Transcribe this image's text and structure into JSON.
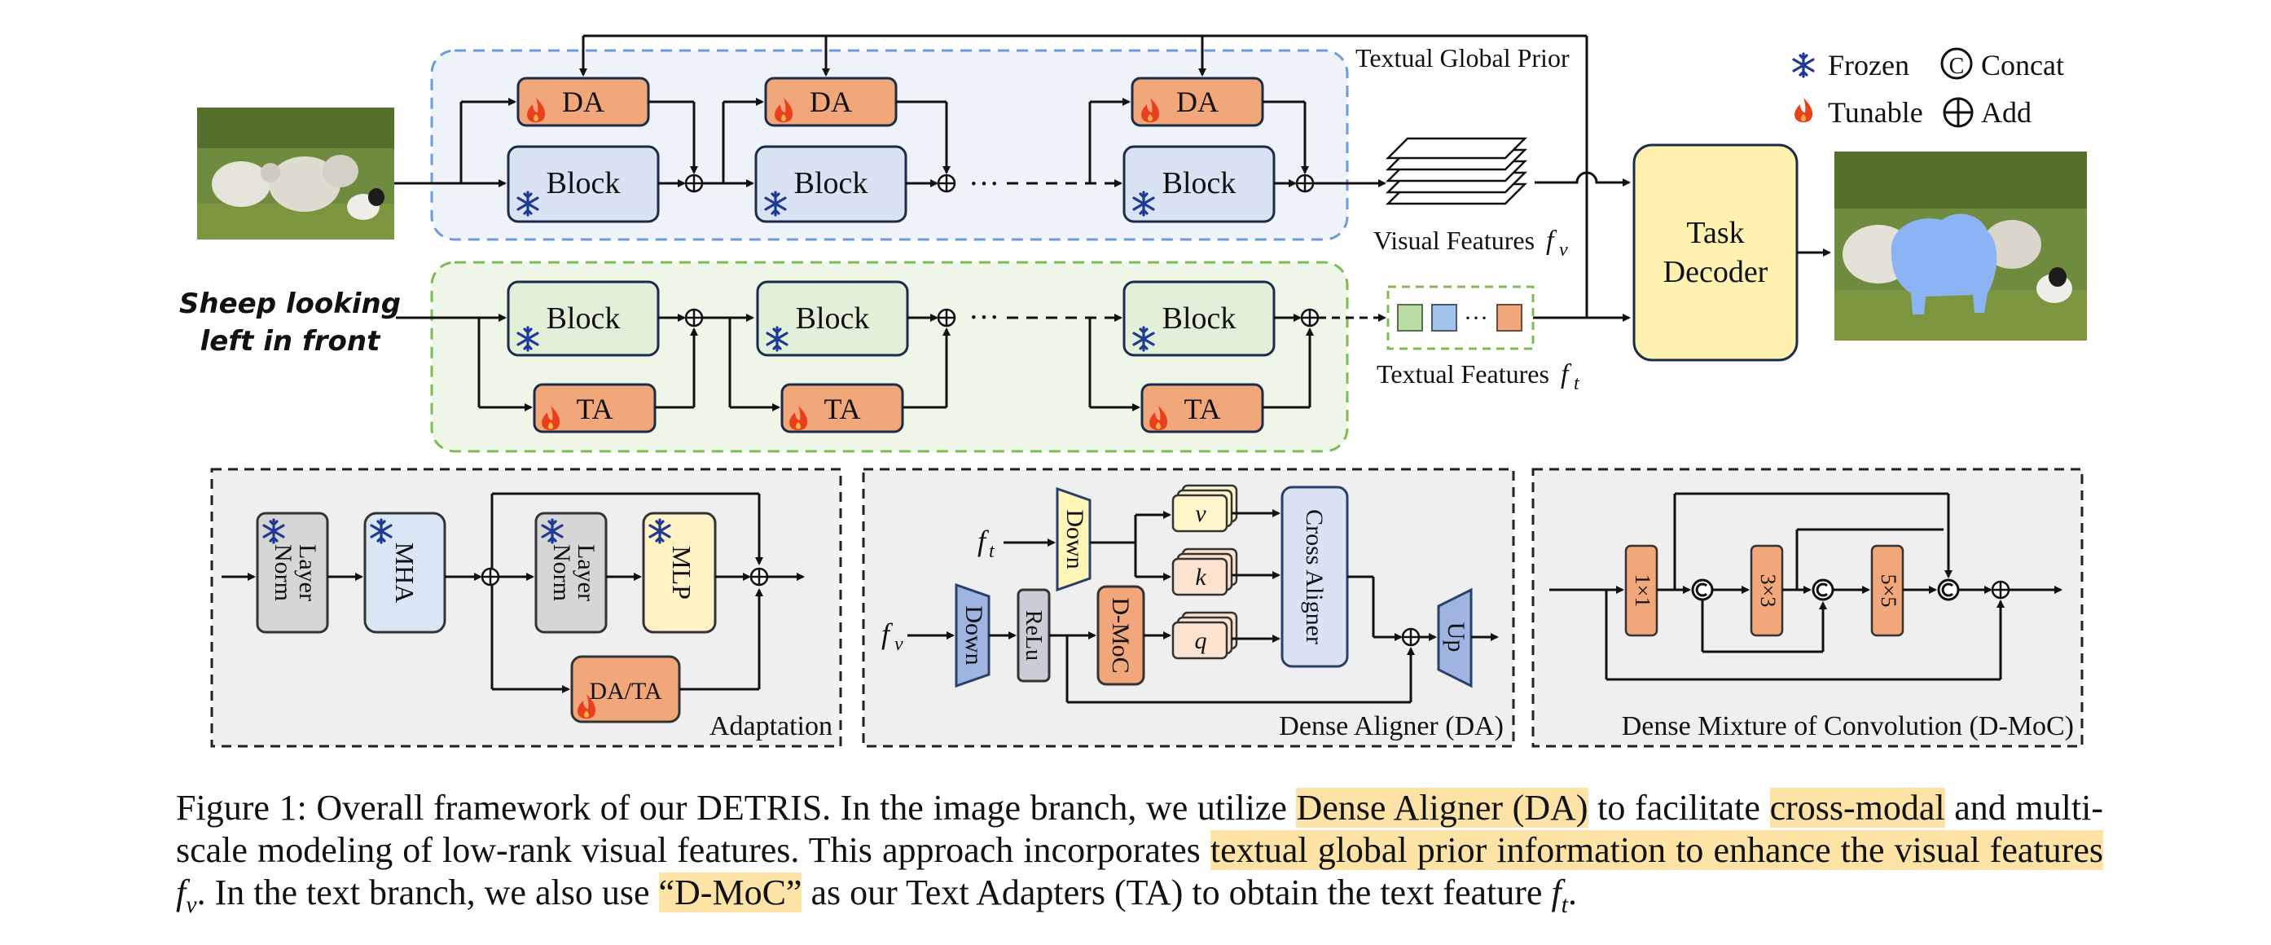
{
  "legend": {
    "frozen": "Frozen",
    "concat": "Concat",
    "tunable": "Tunable",
    "add": "Add",
    "concat_symbol": "C"
  },
  "image_branch": {
    "adapter": "DA",
    "block": "Block",
    "dots": "···",
    "prior_label": "Textual Global Prior",
    "visual_features_label": "Visual Features",
    "visual_features_symbol": "f",
    "visual_features_sub": "v"
  },
  "text_branch": {
    "query_line1": "Sheep looking",
    "query_line2": "left in front",
    "adapter": "TA",
    "block": "Block",
    "dots": "···",
    "textual_features_label": "Textual Features",
    "textual_features_symbol": "f",
    "textual_features_sub": "t",
    "token_dots": "···"
  },
  "decoder": {
    "line1": "Task",
    "line2": "Decoder"
  },
  "adaptation": {
    "title": "Adaptation",
    "layernorm1_line1": "Layer",
    "layernorm1_line2": "Norm",
    "mha": "MHA",
    "layernorm2_line1": "Layer",
    "layernorm2_line2": "Norm",
    "mlp": "MLP",
    "adapter": "DA/TA"
  },
  "dense_aligner": {
    "title": "Dense Aligner (DA)",
    "ft_symbol": "f",
    "ft_sub": "t",
    "fv_symbol": "f",
    "fv_sub": "v",
    "down_top": "Down",
    "down_left": "Down",
    "relu": "ReLu",
    "dmoc": "D-MoC",
    "v": "v",
    "k": "k",
    "q": "q",
    "cross_aligner": "Cross Aligner",
    "up": "Up"
  },
  "dmoc": {
    "title": "Dense Mixture of Convolution (D-MoC)",
    "conv1": "1×1",
    "conv3": "3×3",
    "conv5": "5×5"
  },
  "caption": {
    "p1": "Figure 1: Overall framework of our DETRIS. In the image branch, we utilize ",
    "h1": "Dense Aligner (DA)",
    "p2": " to facilitate ",
    "h2": "cross-modal",
    "p3": " and multi-scale modeling of low-rank visual features. This approach incorporates ",
    "h3": "textual global prior information to enhance the visual features",
    "p4a": " ",
    "fv_symbol": "f",
    "fv_sub": "v",
    "p4b": ". In the text branch, we also use ",
    "h4": "“D-MoC”",
    "p5": " as our Text Adapters (TA) to obtain the text feature ",
    "ft_symbol": "f",
    "ft_sub": "t",
    "p6": "."
  },
  "colors": {
    "adapter_orange": "#f2a77a",
    "block_blue": "#dae3f3",
    "block_green": "#e2f0d9",
    "decoder_yellow": "#fff2b0",
    "frozen_snowflake": "#1f3a93",
    "tunable_flame": "#e8401c",
    "highlight": "#fde3a6"
  },
  "icons": [
    "snowflake-icon",
    "flame-icon",
    "concat-icon",
    "add-icon",
    "sheep-photo",
    "segmented-sheep-photo"
  ]
}
